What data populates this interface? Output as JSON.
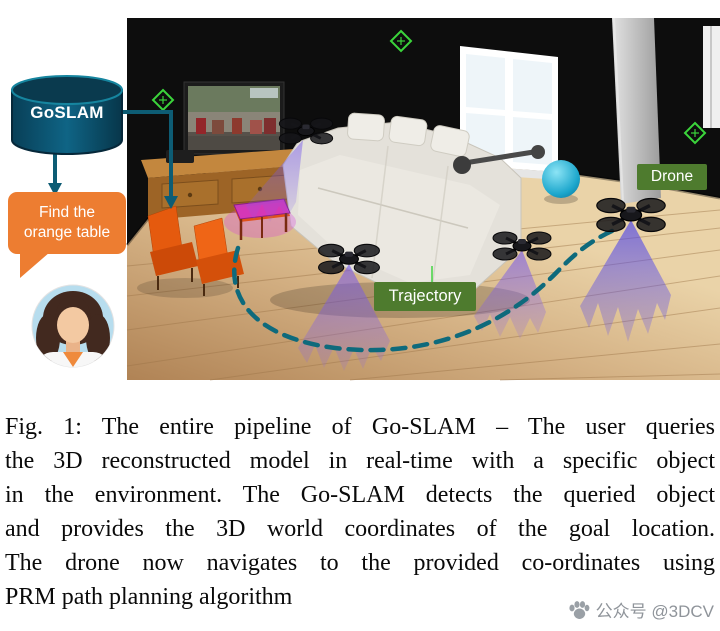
{
  "figure": {
    "pipeline": {
      "database_label": "GoSLAM",
      "query_text": "Find the orange table"
    },
    "scene": {
      "drone_label": "Drone",
      "trajectory_label": "Trajectory"
    },
    "colors": {
      "database_teal": "#0d5c74",
      "bubble_orange": "#ed7d31",
      "label_green": "#4e7b2e",
      "beam_purple": "#6a52e0",
      "beam_blue": "#463ee8",
      "trajectory_teal": "#0e6a7c",
      "highlight_magenta": "#d23ec8",
      "gizmo_green": "#3bd43b"
    },
    "icons": {
      "database": "database-cylinder-icon",
      "user": "user-avatar-icon",
      "drone": "drone-icon",
      "gizmo": "gizmo-diamond-icon"
    }
  },
  "caption": {
    "lines": [
      "Fig. 1: The entire pipeline of Go-SLAM – The user queries",
      "the 3D reconstructed model in real-time with a specific object",
      "in the environment. The Go-SLAM detects the queried object",
      "and provides the 3D world coordinates of the goal location.",
      "The drone now navigates to the provided co-ordinates using",
      "PRM path planning algorithm"
    ]
  },
  "watermark": {
    "icon": "paw-icon",
    "text": "公众号 @3DCV"
  }
}
